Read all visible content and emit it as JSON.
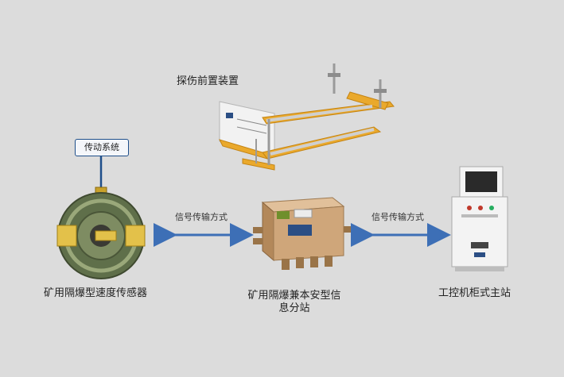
{
  "labels": {
    "front_device": "探伤前置装置",
    "transmission_system": "传动系统",
    "sensor": "矿用隔爆型速度传感器",
    "substation_line1": "矿用隔爆兼本安型信",
    "substation_line2": "息分站",
    "industrial_pc": "工控机柜式主站",
    "signal_left": "信号传输方式",
    "signal_right": "信号传输方式"
  },
  "colors": {
    "background": "#dcdcdc",
    "arrow": "#3d6fb6",
    "connector": "#1f4f8a",
    "frame_orange": "#e8a62a",
    "box_tan": "#c69a68",
    "sensor_green": "#6a7f52"
  }
}
